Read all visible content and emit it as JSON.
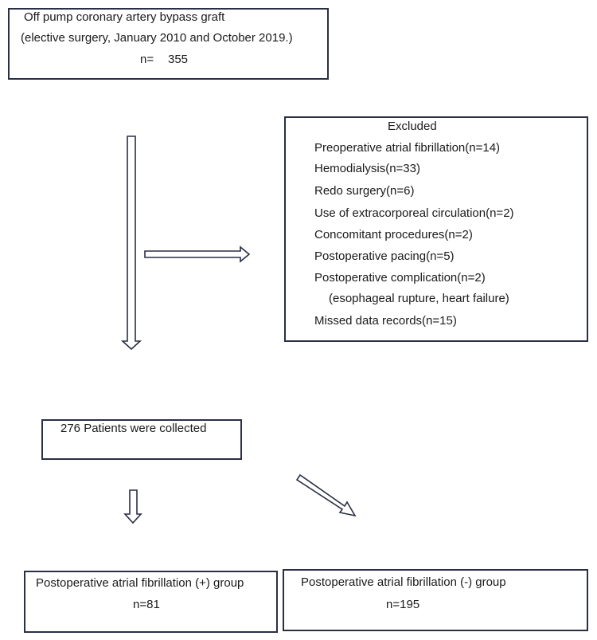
{
  "top_box": {
    "line1": "Off pump coronary artery bypass graft",
    "line2": "(elective surgery, January 2010 and October 2019.)",
    "n_label": "n=",
    "n_value": "355"
  },
  "excluded_box": {
    "title": "Excluded",
    "items": [
      "Preoperative atrial fibrillation(n=14)",
      "Hemodialysis(n=33)",
      "Redo surgery(n=6)",
      "Use of extracorporeal circulation(n=2)",
      "Concomitant procedures(n=2)",
      "Postoperative pacing(n=5)",
      "Postoperative complication(n=2)",
      "(esophageal rupture, heart failure)",
      "Missed data records(n=15)"
    ]
  },
  "collected_box": {
    "text": "276 Patients were collected"
  },
  "af_positive_box": {
    "title": "Postoperative atrial fibrillation (+) group",
    "n": "n=81"
  },
  "af_negative_box": {
    "title": "Postoperative atrial fibrillation (-) group",
    "n": "n=195"
  }
}
